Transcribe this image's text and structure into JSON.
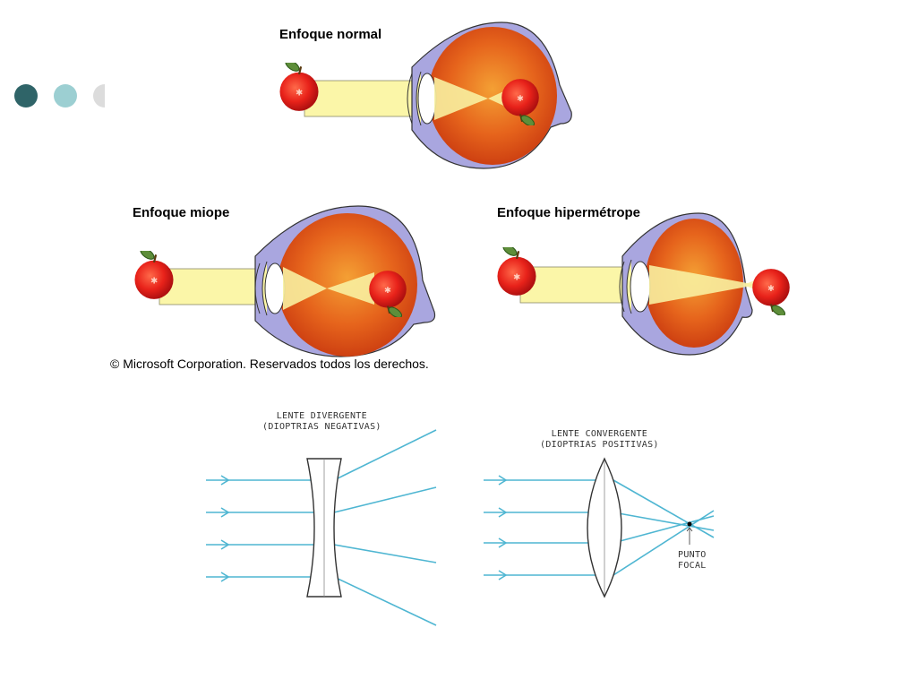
{
  "slide": {
    "accent_colors": {
      "dot1": "#2f6468",
      "dot2": "#9ccfd2",
      "dot3": "#dcdcdc"
    }
  },
  "eyes": {
    "normal": {
      "title": "Enfoque normal"
    },
    "myopia": {
      "title": "Enfoque miope"
    },
    "hyperopia": {
      "title": "Enfoque hipermétrope"
    },
    "copyright": "© Microsoft Corporation. Reservados todos los derechos."
  },
  "lenses": {
    "divergent": {
      "line1": "LENTE DIVERGENTE",
      "line2": "(DIOPTRIAS NEGATIVAS)"
    },
    "convergent": {
      "line1": "LENTE CONVERGENTE",
      "line2": "(DIOPTRIAS POSITIVAS)"
    },
    "focal_point": {
      "line1": "PUNTO",
      "line2": "FOCAL"
    }
  },
  "colors": {
    "ray": "#4fb6d2",
    "beam": "#fbf6a8",
    "sclera": "#a9a6df",
    "interior": "#e4561c",
    "apple": "#e8221a"
  }
}
